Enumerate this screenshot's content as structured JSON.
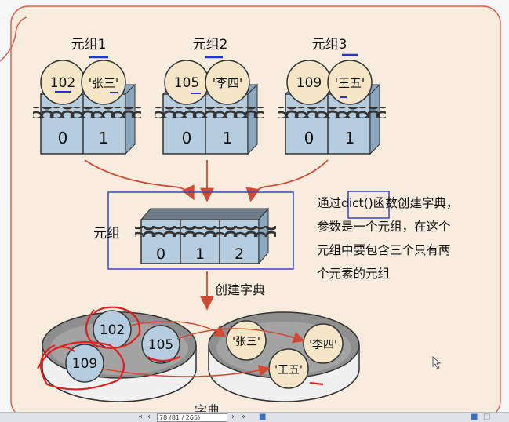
{
  "tuples": [
    {
      "title": "元组1",
      "items": [
        "102",
        "'张三'"
      ],
      "indices": [
        "0",
        "1"
      ]
    },
    {
      "title": "元组2",
      "items": [
        "105",
        "'李四'"
      ],
      "indices": [
        "0",
        "1"
      ]
    },
    {
      "title": "元组3",
      "items": [
        "109",
        "'王五'"
      ],
      "indices": [
        "0",
        "1"
      ]
    }
  ],
  "outer_tuple": {
    "label": "元组",
    "indices": [
      "0",
      "1",
      "2"
    ]
  },
  "create_label": "创建字典",
  "note": {
    "line1_pre": "通过",
    "line1_code": "dict()",
    "line1_post": "函数创建字典，",
    "line2": "参数是一个元组，在这个",
    "line3": "元组中要包含三个只有两",
    "line4": "个元素的元组"
  },
  "dict": {
    "label": "字典",
    "keys": [
      "102",
      "105",
      "109"
    ],
    "values": [
      "'张三'",
      "'李四'",
      "'王五'"
    ]
  },
  "toolbar": {
    "page_field": "78 (81 / 265)"
  },
  "colors": {
    "panel": "#f7ecdd",
    "panel_border": "#d9614f",
    "box": "#b6cde0",
    "box_dark": "#8aa7be",
    "arrow": "#d14a33",
    "frame": "#3747c4"
  }
}
